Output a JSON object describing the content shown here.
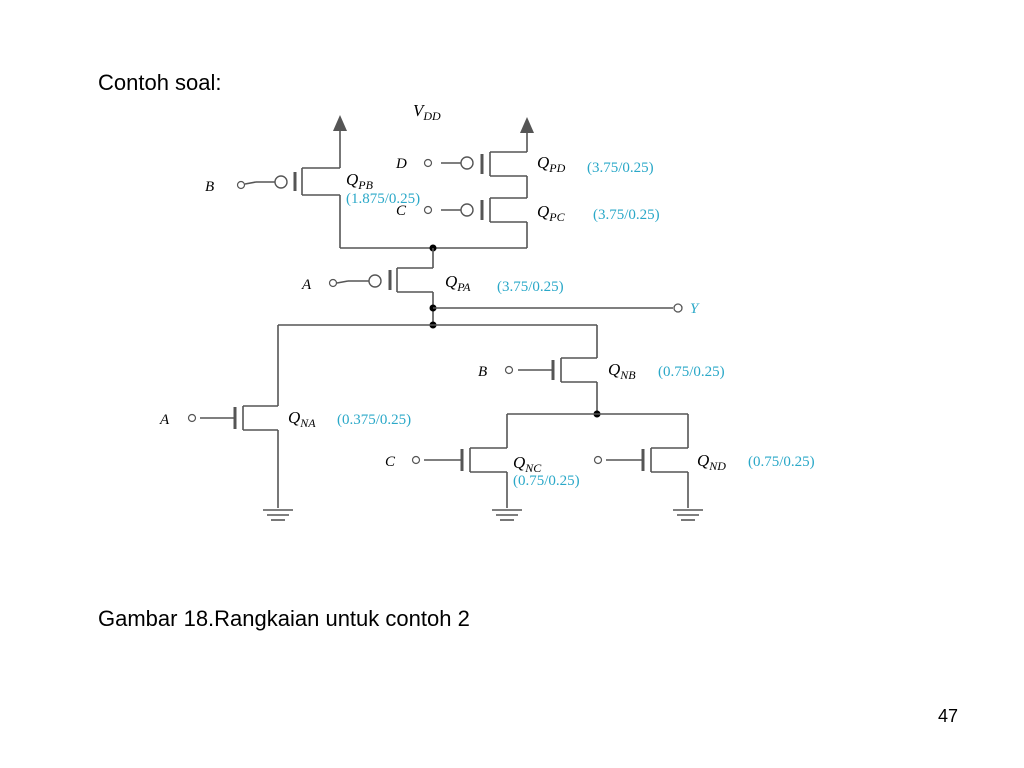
{
  "slide": {
    "heading": "Contoh soal:",
    "caption": "Gambar 18.Rangkaian untuk contoh 2",
    "page_number": "47"
  },
  "circuit": {
    "supply_label": {
      "main": "V",
      "sub": "DD"
    },
    "output_label": "Y",
    "inputs": {
      "a": "A",
      "b": "B",
      "c": "C",
      "d": "D"
    },
    "transistors": {
      "pb": {
        "main": "Q",
        "sub": "PB",
        "size": "(1.875/0.25)"
      },
      "pd": {
        "main": "Q",
        "sub": "PD",
        "size": "(3.75/0.25)"
      },
      "pc": {
        "main": "Q",
        "sub": "PC",
        "size": "(3.75/0.25)"
      },
      "pa": {
        "main": "Q",
        "sub": "PA",
        "size": "(3.75/0.25)"
      },
      "nb": {
        "main": "Q",
        "sub": "NB",
        "size": "(0.75/0.25)"
      },
      "na": {
        "main": "Q",
        "sub": "NA",
        "size": "(0.375/0.25)"
      },
      "nc": {
        "main": "Q",
        "sub": "NC",
        "size": "(0.75/0.25)"
      },
      "nd": {
        "main": "Q",
        "sub": "ND",
        "size": "(0.75/0.25)"
      }
    },
    "colors": {
      "wire": "#555555",
      "size_label": "#2aa8c8"
    }
  }
}
